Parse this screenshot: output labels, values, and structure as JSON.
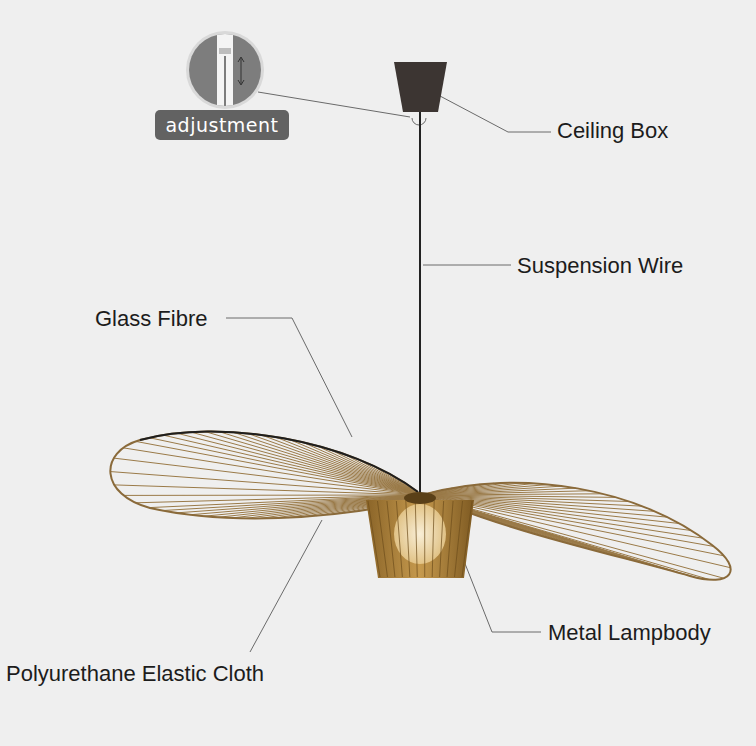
{
  "diagram": {
    "nodes": [
      {
        "text": [
          "adjustment"
        ]
      }
    ],
    "labels": [
      "Ceiling Box",
      "Suspension Wire",
      "Glass Fibre",
      "Metal Lampbody",
      "Polyurethane Elastic Cloth"
    ]
  }
}
